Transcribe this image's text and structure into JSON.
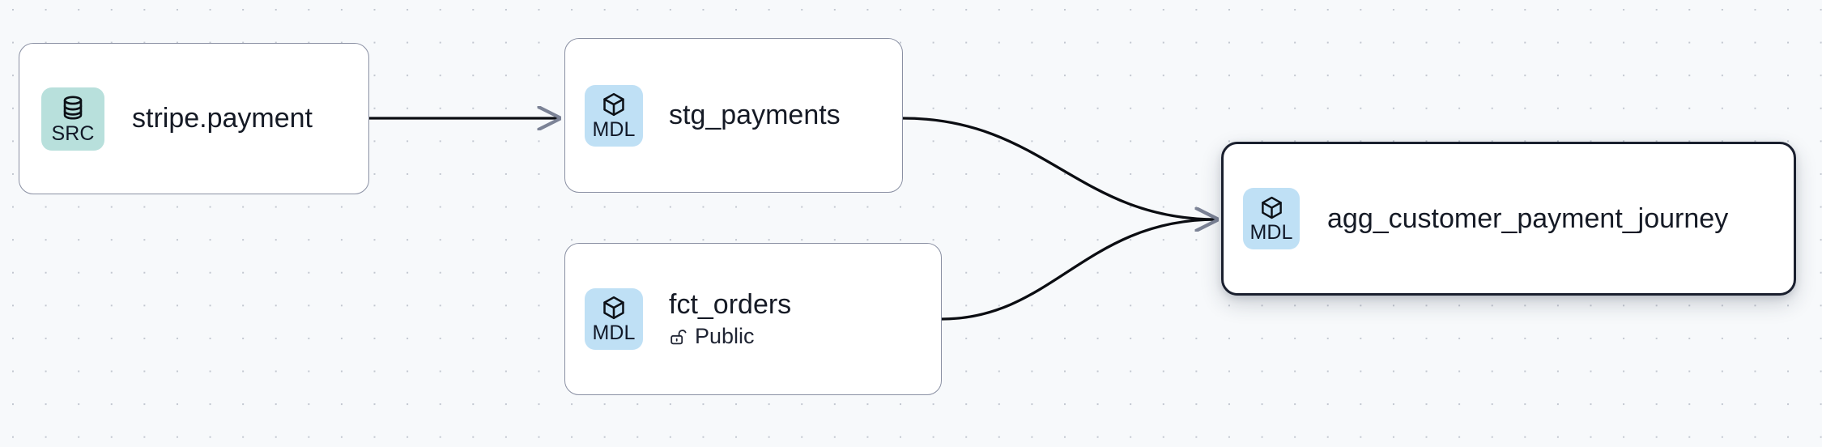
{
  "canvas": {
    "background_color": "#f7f9fb",
    "grid": "dot-grid",
    "grid_dot_color": "#c2c7d0"
  },
  "palette": {
    "source_badge_bg": "#b8e0dc",
    "model_badge_bg": "#bfe0f5",
    "node_border": "#8a90a3",
    "selected_border": "#1a1f2e",
    "edge_color": "#0b0d12",
    "text": "#151a25"
  },
  "nodes": [
    {
      "id": "stripe-payment",
      "title": "stripe.payment",
      "badge_label": "SRC",
      "badge_icon": "database-icon",
      "badge_type": "source",
      "selected": false,
      "subtitle": null
    },
    {
      "id": "stg-payments",
      "title": "stg_payments",
      "badge_label": "MDL",
      "badge_icon": "cube-icon",
      "badge_type": "model",
      "selected": false,
      "subtitle": null
    },
    {
      "id": "fct-orders",
      "title": "fct_orders",
      "badge_label": "MDL",
      "badge_icon": "cube-icon",
      "badge_type": "model",
      "selected": false,
      "subtitle": "Public",
      "subtitle_icon": "unlock-icon"
    },
    {
      "id": "agg-customer-payment-journey",
      "title": "agg_customer_payment_journey",
      "badge_label": "MDL",
      "badge_icon": "cube-icon",
      "badge_type": "model",
      "selected": true,
      "subtitle": null
    }
  ],
  "edges": [
    {
      "id": "edge-stripe-to-stg",
      "from": "stripe-payment",
      "to": "stg-payments",
      "style": "straight",
      "arrowhead": true
    },
    {
      "id": "edge-stg-to-agg",
      "from": "stg-payments",
      "to": "agg-customer-payment-journey",
      "style": "bezier",
      "arrowhead": true
    },
    {
      "id": "edge-fct-to-agg",
      "from": "fct-orders",
      "to": "agg-customer-payment-journey",
      "style": "bezier",
      "arrowhead": true
    }
  ]
}
